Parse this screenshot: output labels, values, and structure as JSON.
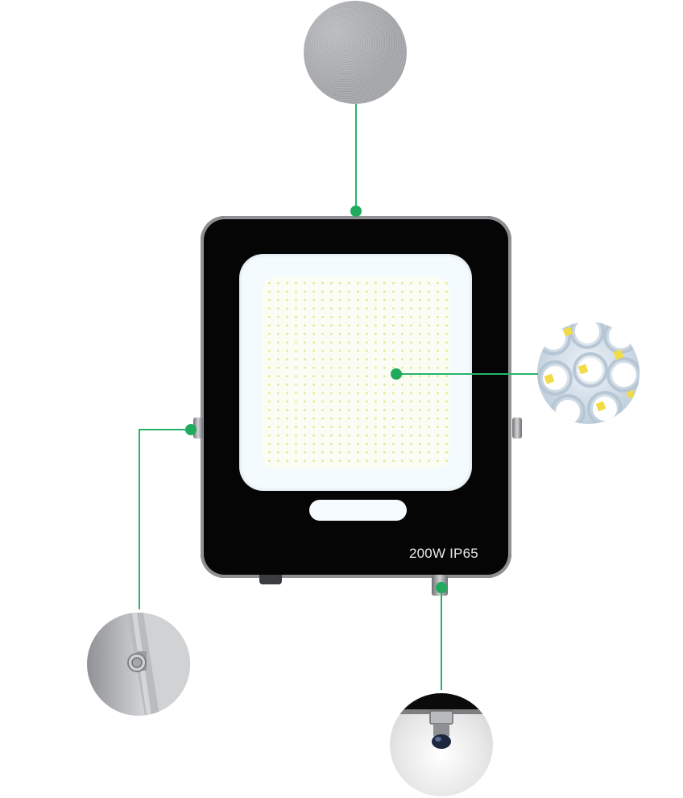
{
  "product": {
    "rating_label": "200W IP65"
  },
  "colors": {
    "callout_green": "#1faa5e",
    "housing_black": "#050505",
    "housing_trim": "#8d8f92",
    "led_yellow": "#d8ef9a"
  },
  "callouts": [
    {
      "id": "housing-texture",
      "icon": "texture-detail-icon"
    },
    {
      "id": "led-chips",
      "icon": "led-chip-detail-icon"
    },
    {
      "id": "mounting-bracket",
      "icon": "bracket-screw-detail-icon"
    },
    {
      "id": "cable-gland",
      "icon": "cable-connector-detail-icon"
    }
  ]
}
